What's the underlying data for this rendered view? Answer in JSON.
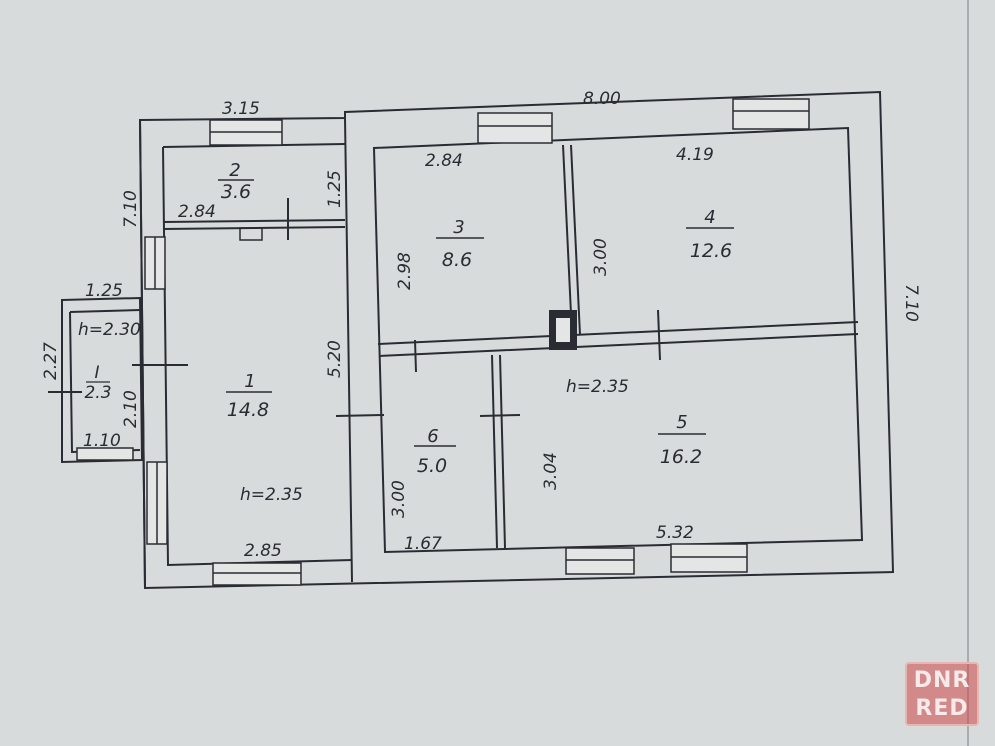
{
  "dimensions": {
    "top_total": "8.00",
    "top_left": "3.15",
    "right_side": "7.10",
    "left_upper": "7.10",
    "porch_top": "1.25",
    "porch_side": "2.27",
    "porch_bottom": "1.10",
    "porch_wall": "2.10"
  },
  "rooms": [
    {
      "number": "1",
      "area": "14.8",
      "height_label": "h=2.35",
      "width_label": "2.85",
      "length_label": "5.20"
    },
    {
      "number": "2",
      "area": "3.6",
      "width_label": "2.84",
      "side_label": "1.25"
    },
    {
      "number": "3",
      "area": "8.6",
      "width_label": "2.84",
      "length_label": "2.98"
    },
    {
      "number": "4",
      "area": "12.6",
      "width_label": "4.19",
      "length_label": "3.00"
    },
    {
      "number": "5",
      "area": "16.2",
      "height_label": "h=2.35",
      "width_label": "5.32",
      "length_label": "3.04"
    },
    {
      "number": "6",
      "area": "5.0",
      "width_label": "1.67",
      "length_label": "3.00"
    },
    {
      "number": "I",
      "area": "2.3",
      "height_label": "h=2.30"
    }
  ],
  "watermark": {
    "line1": "DNR",
    "line2": "RED"
  }
}
